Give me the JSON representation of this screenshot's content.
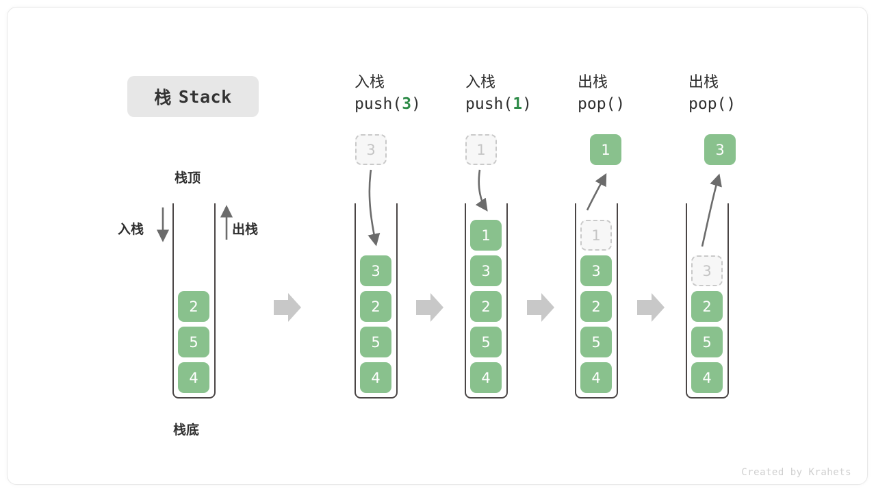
{
  "diagram": {
    "title_zh": "栈",
    "title_en": "Stack",
    "top_label": "栈顶",
    "bottom_label": "栈底",
    "push_axis_label": "入栈",
    "pop_axis_label": "出栈",
    "footer": "Created by Krahets",
    "colors": {
      "cell_green": "#89c18d",
      "code_green": "#2e8b48",
      "container_stroke": "#4a4545",
      "ghost_fill": "#f7f7f7",
      "ghost_border": "#c9c9c9",
      "flow_arrow": "#c8c8c8",
      "badge_bg": "#e7e7e7"
    }
  },
  "columns": [
    {
      "id": "initial",
      "header_zh": "",
      "header_code": "",
      "cells": [
        "2",
        "5",
        "4"
      ],
      "ghost_top": null,
      "popped": null
    },
    {
      "id": "push-3",
      "header_zh": "入栈",
      "header_code_pre": "push(",
      "header_code_num": "3",
      "header_code_post": ")",
      "floating_value": "3",
      "floating_kind": "ghost",
      "cells": [
        "3",
        "2",
        "5",
        "4"
      ],
      "ghost_index": null
    },
    {
      "id": "push-1",
      "header_zh": "入栈",
      "header_code_pre": "push(",
      "header_code_num": "1",
      "header_code_post": ")",
      "floating_value": "1",
      "floating_kind": "ghost",
      "cells": [
        "1",
        "3",
        "2",
        "5",
        "4"
      ],
      "ghost_index": null
    },
    {
      "id": "pop-1",
      "header_zh": "出栈",
      "header_code_pre": "pop(",
      "header_code_num": "",
      "header_code_post": ")",
      "floating_value": "1",
      "floating_kind": "solid",
      "cells": [
        "1",
        "3",
        "2",
        "5",
        "4"
      ],
      "ghost_index": 0
    },
    {
      "id": "pop-3",
      "header_zh": "出栈",
      "header_code_pre": "pop(",
      "header_code_num": "",
      "header_code_post": ")",
      "floating_value": "3",
      "floating_kind": "solid",
      "cells": [
        "3",
        "2",
        "5",
        "4"
      ],
      "ghost_index": 0
    }
  ],
  "flow_arrows": 4
}
